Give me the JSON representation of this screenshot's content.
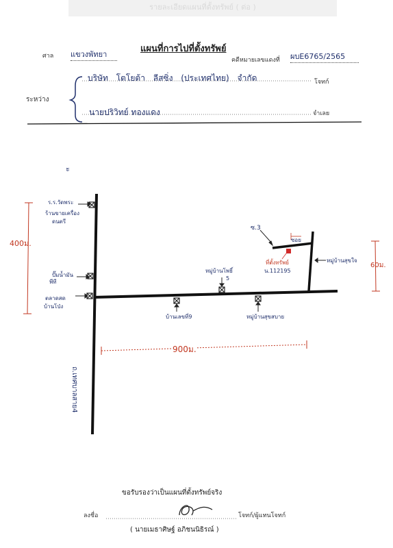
{
  "header": {
    "banner": "รายละเอียดแผนที่ตั้งทรัพย์ ( ต่อ )",
    "title": "แผนที่การไปที่ตั้งทรัพย์",
    "court_label": "ศาล",
    "court_value": "แขวงพัทยา",
    "case_label": "คดีหมายเลขแดงที่",
    "case_value": "ผบE6765/2565",
    "between_label": "ระหว่าง",
    "plaintiff": "บริษัท โตโยต้า ลีสซิ่ง (ประเทศไทย) จำกัด",
    "plaintiff_role": "โจทก์",
    "defendant": "นายปริวิทย์ ทองแดง",
    "defendant_role": "จำเลย"
  },
  "map": {
    "north_mark": "ะ",
    "left_distance": "400ม.",
    "right_distance": "60ม.",
    "bottom_distance": "900ม.",
    "main_road": "ถ.เทศบาลสาย4",
    "soi_label": "ซ.3",
    "landmarks": {
      "school": "ร.ร.วัดพระ",
      "shop": "ร้านขายเครื่อง",
      "shop2": "ดนตรี",
      "gas": "ปั๊มน้ำมัน",
      "gas2": "พีที",
      "market": "ตลาดสด",
      "market2": "บ้านโป่ง",
      "village5": "หมู่บ้านโพธิ์",
      "village5b": "5",
      "house9": "บ้านเลขที่9",
      "village_bottom": "หมู่บ้านสุขสบาย",
      "village_right": "หมู่บ้านสุขใจ",
      "target": "ที่ตั้งทรัพย์",
      "target2": "น.112195",
      "soi_road": "ซอย"
    }
  },
  "footer": {
    "certify": "ขอรับรองว่าเป็นแผนที่ตั้งทรัพย์จริง",
    "sign_label": "ลงชื่อ",
    "sign_role": "โจทก์/ผู้แทนโจทก์",
    "signer_name": "( นายเมธาศิษฐ์ อภิชนนิธิรณ์ )"
  }
}
